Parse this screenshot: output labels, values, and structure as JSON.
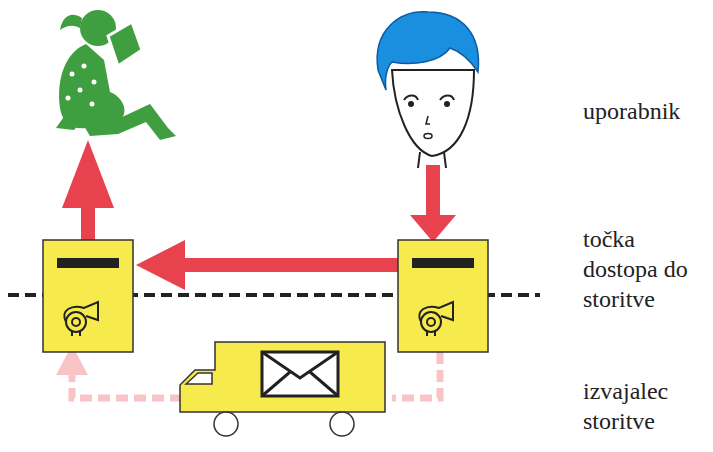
{
  "diagram": {
    "labels": [
      "uporabnik",
      "točka dostopa do storitve",
      "izvajalec storitve"
    ]
  }
}
